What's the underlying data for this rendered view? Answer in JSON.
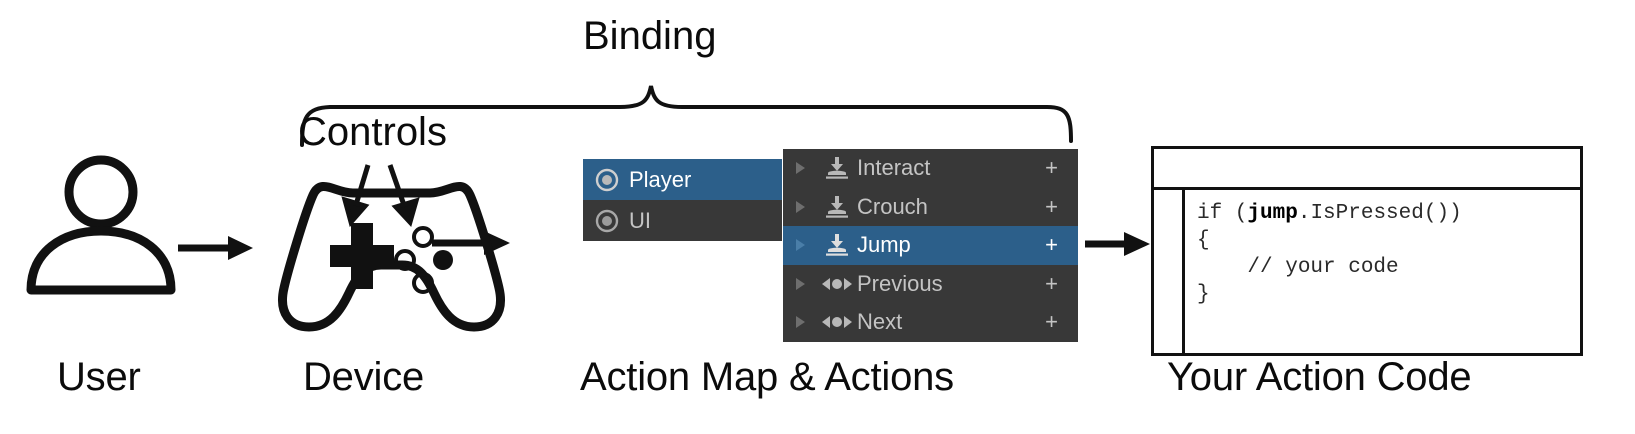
{
  "diagram": {
    "title_top": "Binding",
    "label_controls": "Controls",
    "stages": [
      {
        "key": "user",
        "caption": "User"
      },
      {
        "key": "device",
        "caption": "Device"
      },
      {
        "key": "actions",
        "caption": "Action Map & Actions"
      },
      {
        "key": "code",
        "caption": "Your Action Code"
      }
    ],
    "colors": {
      "accent_blue": "#2c5f8a",
      "panel_dark": "#383838",
      "text_grey": "#c4c4c4",
      "ink": "#0b0b0b"
    }
  },
  "action_map_panel": {
    "name": "action-maps",
    "items": [
      {
        "label": "Player",
        "icon": "action-map-icon",
        "selected": true
      },
      {
        "label": "UI",
        "icon": "action-map-icon",
        "selected": false
      }
    ]
  },
  "actions_panel": {
    "name": "actions",
    "add_glyph": "+",
    "fold_glyph": "▶",
    "items": [
      {
        "label": "Interact",
        "type": "button",
        "icon": "button-action-icon",
        "selected": false,
        "add": "+"
      },
      {
        "label": "Crouch",
        "type": "button",
        "icon": "button-action-icon",
        "selected": false,
        "add": "+"
      },
      {
        "label": "Jump",
        "type": "button",
        "icon": "button-action-icon",
        "selected": true,
        "add": "+"
      },
      {
        "label": "Previous",
        "type": "axis",
        "icon": "axis-action-icon",
        "selected": false,
        "add": "+"
      },
      {
        "label": "Next",
        "type": "axis",
        "icon": "axis-action-icon",
        "selected": false,
        "add": "+"
      }
    ]
  },
  "code_window": {
    "name": "your-action-code",
    "title": "",
    "lines": [
      {
        "pre": "if (",
        "bold": "jump",
        "post": ".IsPressed())"
      },
      {
        "pre": "{",
        "bold": "",
        "post": ""
      },
      {
        "pre": "    // your code",
        "bold": "",
        "post": ""
      },
      {
        "pre": "}",
        "bold": "",
        "post": ""
      }
    ],
    "line1_pre": "if (",
    "line1_bold": "jump",
    "line1_post": ".IsPressed())",
    "line2": "{",
    "line3": "    // your code",
    "line4": "}"
  }
}
